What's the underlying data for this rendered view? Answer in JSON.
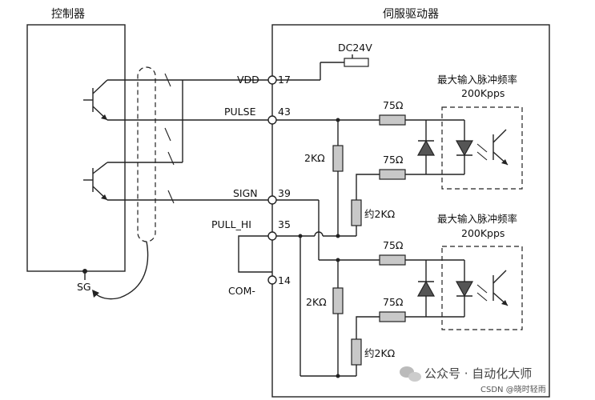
{
  "controller": {
    "title": "控制器",
    "ground_label": "SG"
  },
  "driver": {
    "title": "伺服驱动器",
    "power": "DC24V",
    "terminals": [
      {
        "name": "VDD",
        "pin": "17"
      },
      {
        "name": "PULSE",
        "pin": "43"
      },
      {
        "name": "SIGN",
        "pin": "39"
      },
      {
        "name": "PULL_HI",
        "pin": "35"
      },
      {
        "name": "COM-",
        "pin": "14"
      }
    ],
    "channels": [
      {
        "freq_title": "最大输入脉冲频率",
        "freq_value": "200Kpps",
        "r_series_top": "75Ω",
        "r_series_bottom": "75Ω",
        "r_shunt": "2KΩ",
        "r_pull": "约2KΩ"
      },
      {
        "freq_title": "最大输入脉冲频率",
        "freq_value": "200Kpps",
        "r_series_top": "75Ω",
        "r_series_bottom": "75Ω",
        "r_shunt": "2KΩ",
        "r_pull": "约2KΩ"
      }
    ]
  },
  "watermark": {
    "account": "公众号 · 自动化大师",
    "credit": "CSDN @晓时轻雨"
  }
}
